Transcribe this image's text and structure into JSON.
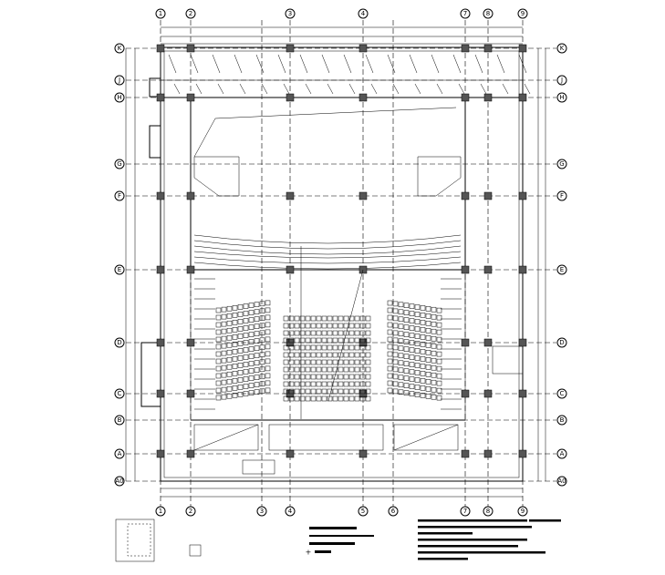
{
  "drawing": {
    "type": "structural floor plan",
    "column_axes_top": [
      "1",
      "2",
      "3",
      "4",
      "7",
      "8",
      "9"
    ],
    "column_axes_bottom": [
      "1",
      "2",
      "3",
      "4",
      "5",
      "6",
      "7",
      "8",
      "9"
    ],
    "row_axes": [
      "K",
      "J",
      "H",
      "G",
      "F",
      "E",
      "D",
      "C",
      "B",
      "A",
      "A0"
    ],
    "legend_symbol": "+",
    "colors": {
      "line": "#000000",
      "background": "#ffffff"
    }
  }
}
